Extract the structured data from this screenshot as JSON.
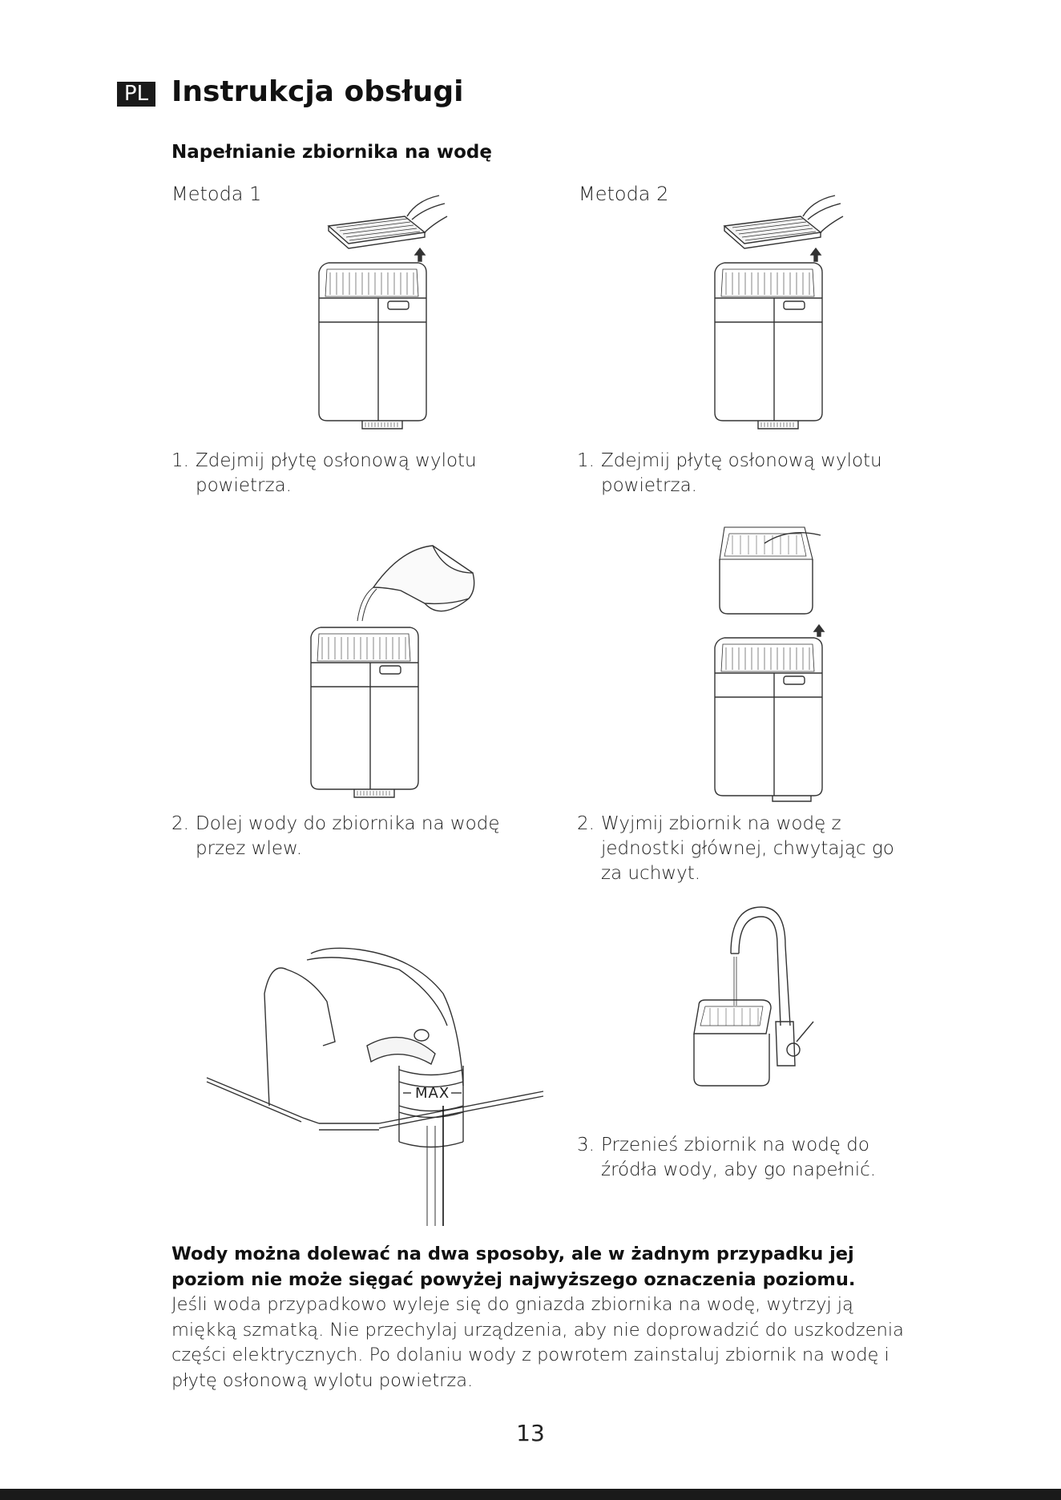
{
  "header": {
    "lang_badge": "PL",
    "title": "Instrukcja obsługi"
  },
  "section": {
    "title": "Napełnianie zbiornika na wodę"
  },
  "method1": {
    "label": "Metoda 1",
    "steps": [
      {
        "number": "1.",
        "text": "Zdejmij płytę osłonową wylotu powietrza."
      },
      {
        "number": "2.",
        "text": "Dolej wody do zbiornika na wodę przez wlew."
      }
    ],
    "max_label": "MAX"
  },
  "method2": {
    "label": "Metoda 2",
    "steps": [
      {
        "number": "1.",
        "text": "Zdejmij płytę osłonową wylotu powietrza."
      },
      {
        "number": "2.",
        "text": "Wyjmij zbiornik na wodę z jednostki głównej, chwytając go za uchwyt."
      },
      {
        "number": "3.",
        "text": "Przenieś zbiornik na wodę do źródła wody, aby go napełnić."
      }
    ]
  },
  "note": {
    "bold": "Wody można dolewać na dwa sposoby, ale w żadnym przypadku jej poziom nie może sięgać powyżej najwyższego oznaczenia poziomu.",
    "body": "Jeśli woda przypadkowo wyleje się do gniazda zbiornika na wodę, wytrzyj ją miękką szmatką. Nie przechylaj urządzenia, aby nie doprowadzić do uszkodzenia części elektrycznych. Po dolaniu wody z powrotem zainstaluj zbiornik na wodę i płytę osłonową wylotu powietrza."
  },
  "footer": {
    "page_number": "13"
  }
}
